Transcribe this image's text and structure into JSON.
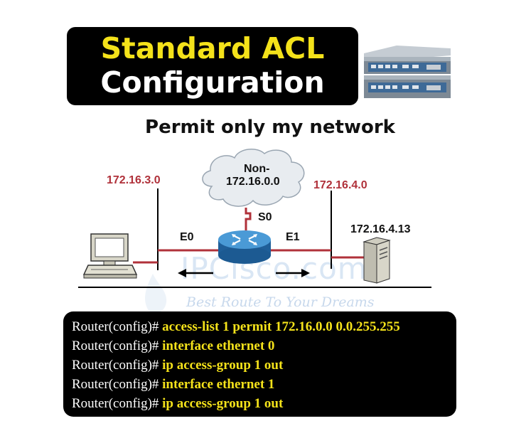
{
  "title": {
    "line1": "Standard ACL",
    "line2": "Configuration"
  },
  "subtitle": "Permit only my network",
  "network": {
    "left_network": "172.16.3.0",
    "right_network": "172.16.4.0",
    "cloud_line1": "Non-",
    "cloud_line2": "172.16.0.0",
    "serial_interface": "S0",
    "left_interface": "E0",
    "right_interface": "E1",
    "server_ip": "172.16.4.13"
  },
  "watermark": {
    "logo": "IPCisco.com",
    "tagline": "Best Route To Your Dreams"
  },
  "commands": [
    {
      "prompt": "Router(config)#",
      "text": "access-list 1 permit 172.16.0.0 0.0.255.255"
    },
    {
      "prompt": "Router(config)#",
      "text": "interface ethernet 0"
    },
    {
      "prompt": "Router(config)#",
      "text": "ip access-group 1 out"
    },
    {
      "prompt": "Router(config)#",
      "text": "interface ethernet 1"
    },
    {
      "prompt": "Router(config)#",
      "text": "ip access-group 1 out"
    }
  ],
  "colors": {
    "title_bg": "#000000",
    "title_accent": "#f4e21a",
    "network_label": "#b0313a",
    "link_red": "#b0313a",
    "router_blue": "#2e7fc2"
  },
  "icons": [
    "router-stack-icon",
    "pc-icon",
    "router-icon",
    "server-icon",
    "cloud-icon"
  ]
}
